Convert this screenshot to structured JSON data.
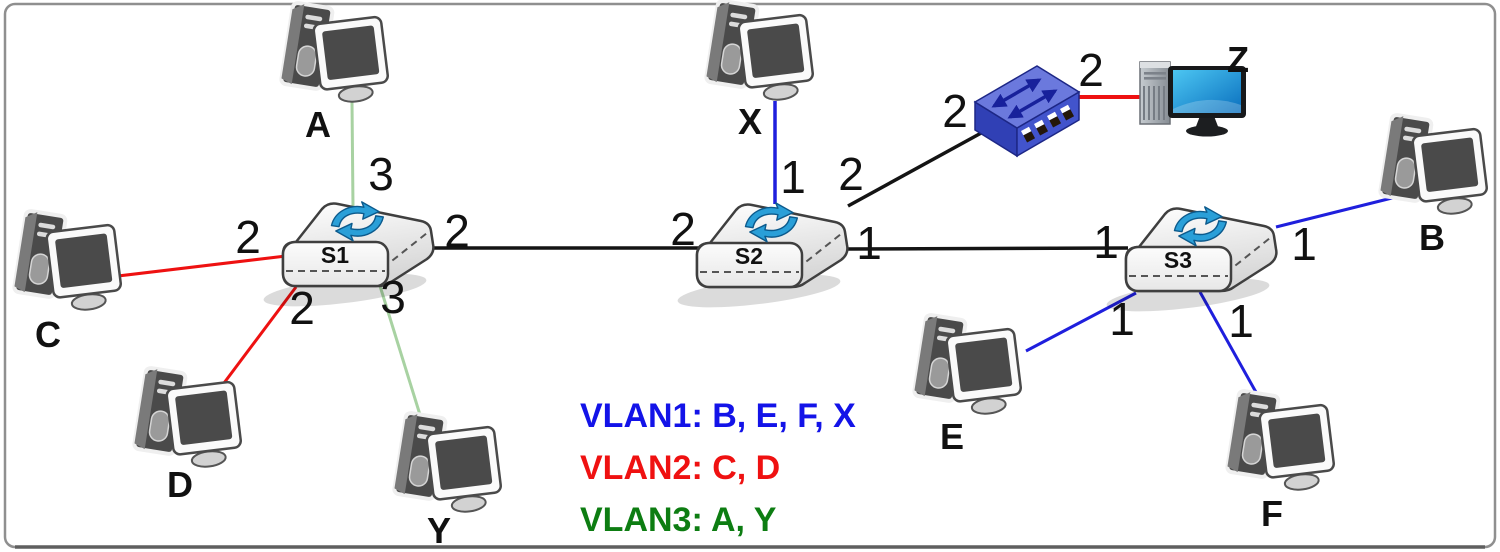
{
  "legend": {
    "items": [
      {
        "label": "VLAN1: B, E, F, X",
        "color": "#1313e8"
      },
      {
        "label": "VLAN2: C, D",
        "color": "#ef1111"
      },
      {
        "label": "VLAN3: A, Y",
        "color": "#0d7d12"
      }
    ]
  },
  "switches": [
    {
      "label": "S1"
    },
    {
      "label": "S2"
    },
    {
      "label": "S3"
    }
  ],
  "hosts": [
    {
      "label": "A"
    },
    {
      "label": "B"
    },
    {
      "label": "C"
    },
    {
      "label": "D"
    },
    {
      "label": "E"
    },
    {
      "label": "F"
    },
    {
      "label": "X"
    },
    {
      "label": "Y"
    },
    {
      "label": "Z"
    }
  ],
  "links": [
    {
      "from": "A",
      "to": "S1",
      "line_color": "green",
      "ports": [
        "3"
      ]
    },
    {
      "from": "C",
      "to": "S1",
      "line_color": "red",
      "ports": [
        "2"
      ]
    },
    {
      "from": "D",
      "to": "S1",
      "line_color": "red",
      "ports": [
        "2"
      ]
    },
    {
      "from": "Y",
      "to": "S1",
      "line_color": "green",
      "ports": [
        "3"
      ]
    },
    {
      "from": "S1",
      "to": "S2",
      "line_color": "black",
      "ports": [
        "2",
        "2"
      ]
    },
    {
      "from": "X",
      "to": "S2",
      "line_color": "blue",
      "ports": [
        "1"
      ]
    },
    {
      "from": "S2",
      "to": "hub",
      "line_color": "black",
      "ports": [
        "2",
        "2"
      ]
    },
    {
      "from": "hub",
      "to": "Z",
      "line_color": "red",
      "ports": [
        "2"
      ]
    },
    {
      "from": "S2",
      "to": "S3",
      "line_color": "black",
      "ports": [
        "1",
        "1"
      ]
    },
    {
      "from": "B",
      "to": "S3",
      "line_color": "blue",
      "ports": [
        "1"
      ]
    },
    {
      "from": "E",
      "to": "S3",
      "line_color": "blue",
      "ports": [
        "1"
      ]
    },
    {
      "from": "F",
      "to": "S3",
      "line_color": "blue",
      "ports": [
        "1"
      ]
    }
  ],
  "colors": {
    "vlan1_line": "#1f1fdd",
    "vlan2_line": "#ee1111",
    "vlan3_line": "#a8d2a2",
    "trunk_line": "#141414",
    "hub_top": "#6b79dd",
    "hub_front": "#4254cc",
    "hub_side": "#3040b5",
    "swirl_blue": "#2a9fd8"
  }
}
